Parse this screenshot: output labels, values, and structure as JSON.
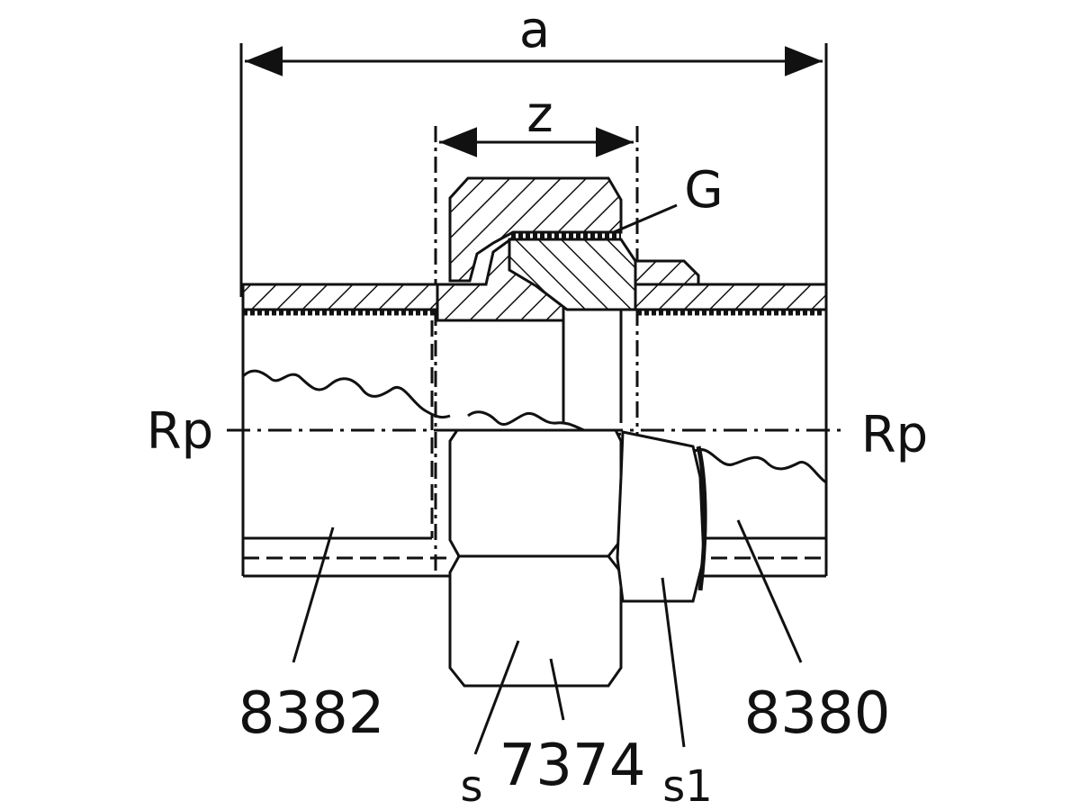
{
  "colors": {
    "ink": "#111111",
    "background": "#ffffff"
  },
  "dimensions": {
    "overall": "a",
    "inner": "z",
    "thread": "G",
    "pipe_thread_left": "Rp",
    "pipe_thread_right": "Rp",
    "wrench_size": "s",
    "wrench_size_2": "s1"
  },
  "parts": {
    "left_tail": "8382",
    "union_nut": "7374",
    "right_tail": "8380"
  }
}
